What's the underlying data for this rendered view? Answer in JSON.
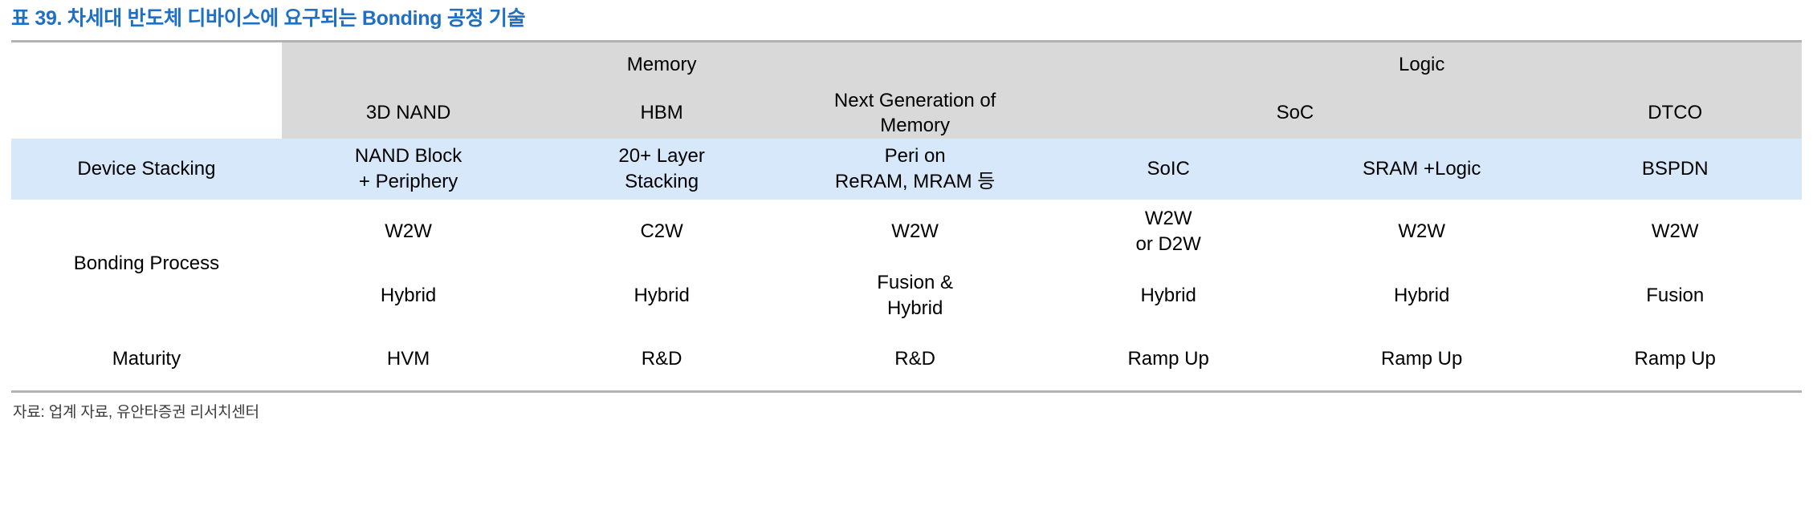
{
  "title": "표 39. 차세대 반도체 디바이스에 요구되는 Bonding 공정 기술",
  "source_note": "자료: 업계 자료, 유안타증권 리서치센터",
  "colors": {
    "title_blue": "#1F6FC4",
    "header_gray": "#d9d9d9",
    "highlight_blue": "#d7e8fa",
    "rule_gray": "#b3b3b3",
    "grid_gray": "#d5d5d5"
  },
  "header": {
    "corner_label": "",
    "groups": [
      {
        "label": "Memory",
        "span": 3
      },
      {
        "label": "Logic",
        "span": 3
      }
    ],
    "columns": [
      {
        "label": "3D NAND"
      },
      {
        "label": "HBM"
      },
      {
        "label": "Next Generation of",
        "label2": "Memory"
      },
      {
        "label": "SoC",
        "span": 2
      },
      {
        "label": "DTCO"
      }
    ]
  },
  "rows": [
    {
      "label": "Device Stacking",
      "highlight": true,
      "cells": [
        {
          "line1": "NAND Block",
          "line2": "+ Periphery"
        },
        {
          "line1": "20+ Layer",
          "line2": "Stacking"
        },
        {
          "line1": "Peri on",
          "line2": "ReRAM, MRAM 등"
        },
        {
          "line1": "SoIC",
          "line2": ""
        },
        {
          "line1": "SRAM +Logic",
          "line2": ""
        },
        {
          "line1": "BSPDN",
          "line2": ""
        }
      ]
    },
    {
      "label": "Bonding Process",
      "label_rowspan": 2,
      "highlight": false,
      "cells": [
        {
          "line1": "W2W",
          "line2": ""
        },
        {
          "line1": "C2W",
          "line2": ""
        },
        {
          "line1": "W2W",
          "line2": ""
        },
        {
          "line1": "W2W",
          "line2": "or D2W"
        },
        {
          "line1": "W2W",
          "line2": ""
        },
        {
          "line1": "W2W",
          "line2": ""
        }
      ]
    },
    {
      "label": "",
      "continuation": true,
      "highlight": false,
      "cells": [
        {
          "line1": "Hybrid",
          "line2": ""
        },
        {
          "line1": "Hybrid",
          "line2": ""
        },
        {
          "line1": "Fusion &",
          "line2": "Hybrid"
        },
        {
          "line1": "Hybrid",
          "line2": ""
        },
        {
          "line1": "Hybrid",
          "line2": ""
        },
        {
          "line1": "Fusion",
          "line2": ""
        }
      ]
    },
    {
      "label": "Maturity",
      "highlight": false,
      "cells": [
        {
          "line1": "HVM",
          "line2": ""
        },
        {
          "line1": "R&D",
          "line2": ""
        },
        {
          "line1": "R&D",
          "line2": ""
        },
        {
          "line1": "Ramp Up",
          "line2": ""
        },
        {
          "line1": "Ramp Up",
          "line2": ""
        },
        {
          "line1": "Ramp Up",
          "line2": ""
        }
      ]
    }
  ]
}
